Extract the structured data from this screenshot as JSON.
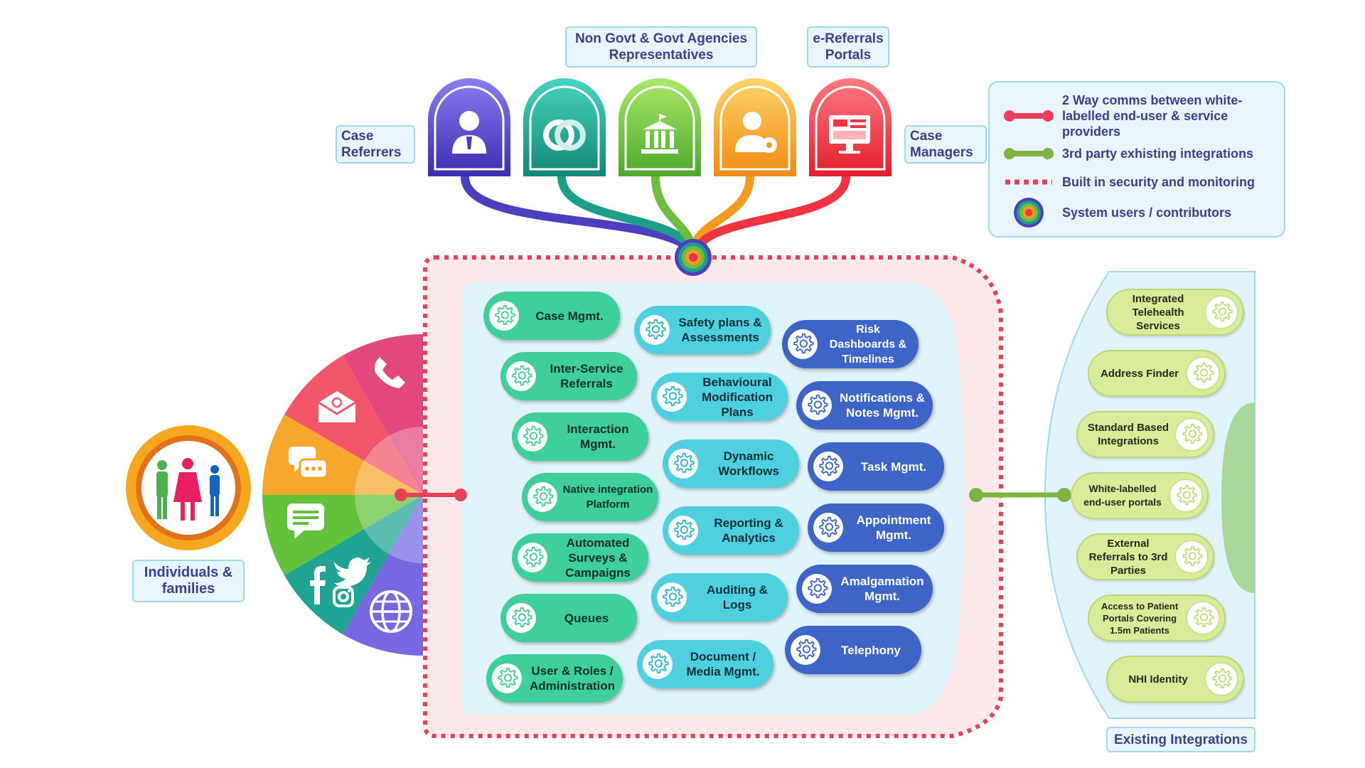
{
  "colors": {
    "two_way": "#e8405a",
    "third_party": "#7cb342",
    "security": "#e8405a",
    "cap1": "#4b3fc0",
    "cap2": "#1d9e8a",
    "cap3": "#6dbd3f",
    "cap4": "#f39a1f",
    "cap5": "#ef3340"
  },
  "top_labels": {
    "case_referrers": "Case Referrers",
    "agencies": "Non Govt & Govt Agencies Representatives",
    "ereferrals": "e-Referrals Portals",
    "case_managers": "Case Managers"
  },
  "top_icons": [
    "person-icon",
    "circles-icon",
    "government-building-icon",
    "user-settings-icon",
    "dashboard-icon"
  ],
  "legend": {
    "two_way": "2 Way comms between white-labelled end-user & service providers",
    "third_party": "3rd party exhisting integrations",
    "security": "Built in security and monitoring",
    "system_users": "System users / contributors"
  },
  "individuals_label": "Individuals & families",
  "channel_icons": [
    "phone-icon",
    "email-icon",
    "chat-icon",
    "message-icon",
    "social-media-icon",
    "globe-icon"
  ],
  "modules": {
    "col1": [
      "Case Mgmt.",
      "Inter-Service Referrals",
      "Interaction Mgmt.",
      "Native integration Platform",
      "Automated Surveys & Campaigns",
      "Queues",
      "User & Roles / Administration"
    ],
    "col2": [
      "Safety plans & Assessments",
      "Behavioural Modification Plans",
      "Dynamic Workflows",
      "Reporting & Analytics",
      "Auditing & Logs",
      "Document / Media Mgmt."
    ],
    "col3": [
      "Risk Dashboards & Timelines",
      "Notifications & Notes Mgmt.",
      "Task Mgmt.",
      "Appointment Mgmt.",
      "Amalgamation Mgmt.",
      "Telephony"
    ]
  },
  "integrations": [
    "Integrated Telehealth Services",
    "Address Finder",
    "Standard Based Integrations",
    "White-labelled end-user portals",
    "External Referrals to 3rd Parties",
    "Access to Patient Portals Covering 1.5m Patients",
    "NHI Identity"
  ],
  "existing_integrations_label": "Existing Integrations"
}
